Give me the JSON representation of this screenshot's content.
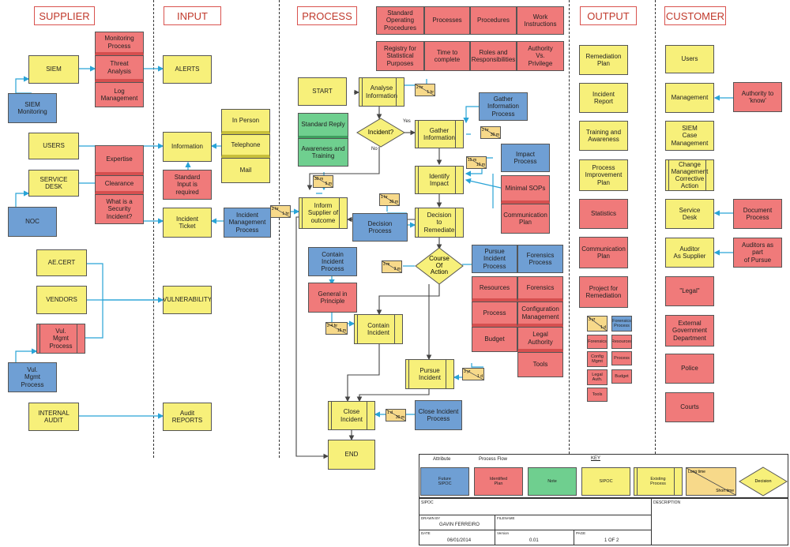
{
  "headers": {
    "supplier": "SUPPLIER",
    "input": "INPUT",
    "process": "PROCESS",
    "output": "OUTPUT",
    "customer": "CUSTOMER"
  },
  "supplier": {
    "siem": "SIEM",
    "siem_monitoring": "SIEM\nMonitoring",
    "users": "USERS",
    "service_desk": "SERVICE\nDESK",
    "noc": "NOC",
    "ae_cert": "AE.CERT",
    "vendors": "VENDORS",
    "vul_mgmt": "Vul.\nMgmt\nProcess",
    "vul_mgmt2": "Vul.\nMgmt\nProcess",
    "internal_audit": "INTERNAL\nAUDIT",
    "monitoring_process": "Monitoring\nProcess",
    "threat_analysis": "Threat\nAnalysis",
    "log_management": "Log\nManagement",
    "expertise": "Expertise",
    "clearance": "Clearance",
    "what_is": "What is a\nSecurity\nIncident?"
  },
  "input": {
    "alerts": "ALERTS",
    "information": "Information",
    "standard_input": "Standard\nInput is\nrequired",
    "incident_ticket": "Incident\nTicket",
    "vulnerability": "VULNERABILITY",
    "audit_reports": "Audit\nREPORTS",
    "in_person": "In Person",
    "telephone": "Telephone",
    "mail": "Mail",
    "incident_mgmt": "Incident\nManagement\nProcess"
  },
  "process": {
    "sop": "Standard\nOperating\nProcedures",
    "processes": "Processes",
    "procedures": "Procedures",
    "work_instructions": "Work\nInstructions",
    "registry": "Registry for\nStatistical\nPurposes",
    "time_to_complete": "Time to\ncomplete",
    "roles": "Roles and\nResponsibilities",
    "authority": "Authority\nVs.\nPrivilege",
    "start": "START",
    "analyse": "Analyse\nInformation",
    "incident_q": "Incident?",
    "yes": "Yes",
    "no": "No",
    "standard_reply": "Standard Reply",
    "awareness": "Awareness and\nTraining",
    "gather": "Gather\nInformation",
    "gather_process": "Gather\nInformation\nProcess",
    "identify": "Identify\nImpact",
    "impact_process": "Impact\nProcess",
    "minimal_sops": "Minimal SOPs",
    "comm_plan": "Communication\nPlan",
    "inform": "Inform\nSupplier of\noutcome",
    "decision_process": "Decision\nProcess",
    "decision_remediate": "Decision\nto\nRemediate",
    "course": "Course\nOf\nAction",
    "contain_process": "Contain\nIncident\nProcess",
    "general": "General in\nPrinciple",
    "contain": "Contain\nIncident",
    "pursue_process": "Pursue\nIncident\nProcess",
    "forensics_process": "Forensics\nProcess",
    "resources": "Resources",
    "forensics": "Forensics",
    "process": "Process",
    "config_mgmt": "Configuration\nManagement",
    "budget": "Budget",
    "legal": "Legal\nAuthority",
    "tools": "Tools",
    "pursue": "Pursue\nIncident",
    "close": "Close\nIncident",
    "close_process": "Close Incident\nProcess",
    "end": "END",
    "t1a": "2 hr",
    "t1b": "1 hr",
    "t2a": "2 hr",
    "t2b": "30 m",
    "t3a": "15 m",
    "t3b": "10 m",
    "t4a": "1 hr",
    "t4b": "30 m",
    "t5a": "30 m",
    "t5b": "5 m",
    "t6a": "2 hr",
    "t6b": "1 hr",
    "t7a": "3 m",
    "t7b": "3 m",
    "t8a": "2-4 hr",
    "t8b": "15 m",
    "t9a": "3 yr",
    "t9b": "1 d",
    "t10a": "1 d",
    "t10b": "30 m"
  },
  "output": {
    "remediation_plan": "Remediation\nPlan",
    "incident_report": "Incident\nReport",
    "training": "Training and\nAwareness",
    "pip": "Process\nImprovement\nPlan",
    "statistics": "Statistics",
    "comm_plan": "Communication\nPlan",
    "project": "Project for\nRemediation",
    "mini_forensics_process": "Forensics\nProcess",
    "mini_forensics": "Forensics",
    "mini_resources": "Resources",
    "mini_config": "Config\nMgmt",
    "mini_process": "Process",
    "mini_legal": "Legal\nAuth.",
    "mini_budget": "Budget",
    "mini_tools": "Tools",
    "mini_t1": "3 yr",
    "mini_t2": "1 d"
  },
  "customer": {
    "users": "Users",
    "management": "Management",
    "siem_case": "SIEM\nCase\nManagement",
    "change_mgmt": "Change\nManagement\nCorrective\nAction",
    "service_desk": "Service\nDesk",
    "auditor": "Auditor\nAs Supplier",
    "legal": "\"Legal\"",
    "egd": "External\nGovernment\nDepartment",
    "police": "Police",
    "courts": "Courts",
    "authority_know": "Authority to\n'know'",
    "document_process": "Document\nProcess",
    "auditors_pursue": "Auditors as part\nof Pursue"
  },
  "key": {
    "attribute": "Attribute",
    "process_flow": "Process Flow",
    "title": "KEY",
    "future": "Future\nSIPOC",
    "identified": "Identified\nPlan",
    "note": "Note",
    "sipoc": "SIPOC",
    "existing": "Existing\nProcess",
    "long_time": "Long time",
    "short_time": "Short time",
    "decision": "Decision"
  },
  "titleblock": {
    "sipoc": "SIPOC",
    "description": "DESCRIPTION",
    "drawn_by": "DRAWN BY",
    "drawn_by_value": "GAVIN FERREIRO",
    "filename": "FILENAME",
    "date": "DATE",
    "date_value": "06/01/2014",
    "version": "Version",
    "version_value": "0.01",
    "page": "PAGE",
    "page_value": "1 OF 2"
  },
  "colors": {
    "yellow": "#f7f07a",
    "red": "#f07a7a",
    "blue": "#6f9fd4",
    "green": "#6fcf8f",
    "arrow": "#29a3d6"
  }
}
